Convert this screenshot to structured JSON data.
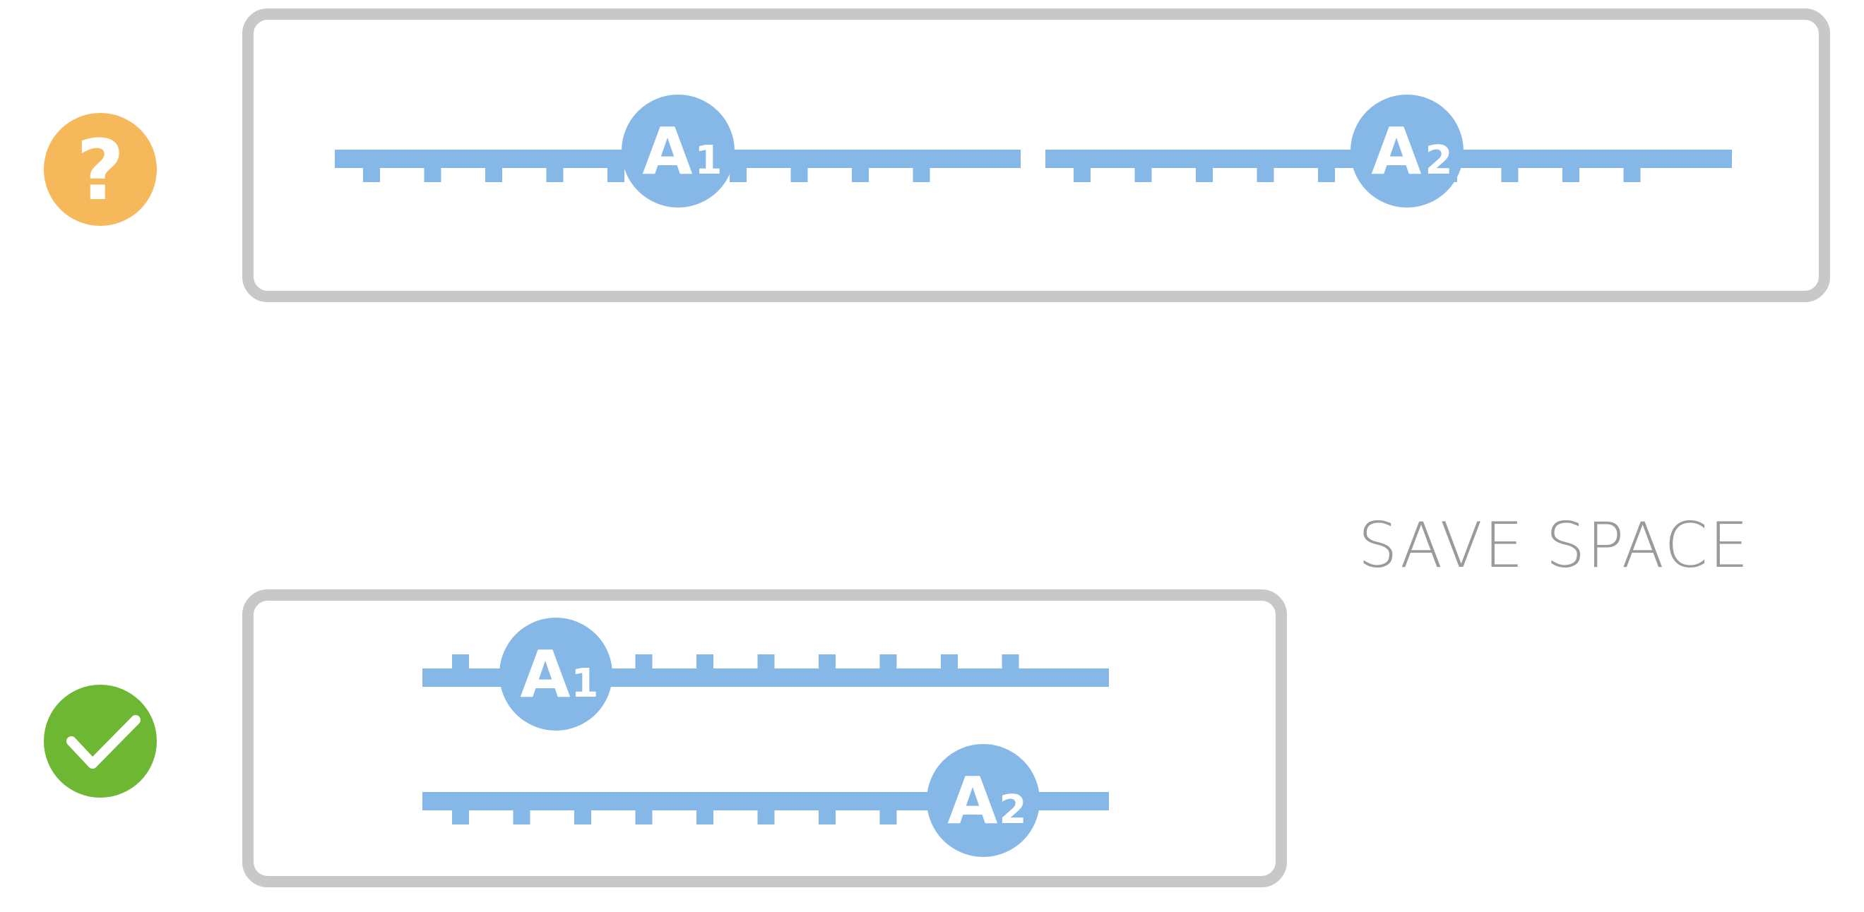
{
  "colors": {
    "frame": "#c8c8c8",
    "track": "#85b8e6",
    "marker": "#85b8e6",
    "question_badge": "#f5b95b",
    "check_badge": "#6db733",
    "caption": "#9a9a9a"
  },
  "caption": {
    "text": "SAVE SPACE"
  },
  "examples": [
    {
      "status": "question",
      "status_icon": "question-mark-icon",
      "status_symbol": "?",
      "arrangement": "side-by-side",
      "sliders": [
        {
          "label": "A",
          "subscript": "1",
          "tick_side": "below",
          "ticks": 10,
          "thumb_position": 0.5
        },
        {
          "label": "A",
          "subscript": "2",
          "tick_side": "below",
          "ticks": 10,
          "thumb_position": 0.525
        }
      ]
    },
    {
      "status": "check",
      "status_icon": "checkmark-icon",
      "arrangement": "stacked",
      "sliders": [
        {
          "label": "A",
          "subscript": "1",
          "tick_side": "above",
          "ticks": 10,
          "thumb_position": 0.19
        },
        {
          "label": "A",
          "subscript": "2",
          "tick_side": "below",
          "ticks": 10,
          "thumb_position": 0.815
        }
      ]
    }
  ]
}
